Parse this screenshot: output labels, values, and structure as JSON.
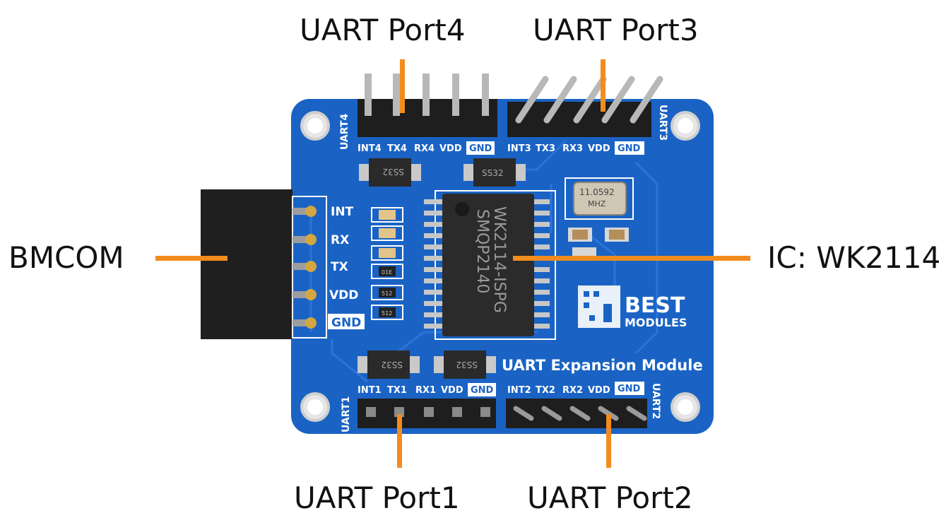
{
  "callouts": {
    "uart4": "UART Port4",
    "uart3": "UART Port3",
    "bmcom": "BMCOM",
    "ic": "IC: WK2114",
    "uart1": "UART Port1",
    "uart2": "UART Port2"
  },
  "board": {
    "title": "UART Expansion Module",
    "brand_line1": "BEST",
    "brand_line2": "MODULES",
    "chip_line1": "WK2114-ISPG",
    "chip_line2": "SMQP2140",
    "crystal_line1": "11.0592",
    "crystal_line2": "MHZ",
    "diode_label": "SS32",
    "bmcom_pins": [
      "INT",
      "RX",
      "TX",
      "VDD",
      "GND"
    ],
    "uart4_side": "UART4",
    "uart3_side": "UART3",
    "uart1_side": "UART1",
    "uart2_side": "UART2",
    "uart4_pins": [
      "INT4",
      "TX4",
      "RX4",
      "VDD",
      "GND"
    ],
    "uart3_pins": [
      "INT3",
      "TX3",
      "RX3",
      "VDD",
      "GND"
    ],
    "uart1_pins": [
      "INT1",
      "TX1",
      "RX1",
      "VDD",
      "GND"
    ],
    "uart2_pins": [
      "INT2",
      "TX2",
      "RX2",
      "VDD",
      "GND"
    ],
    "resistor_codes": [
      "01E",
      "512",
      "512"
    ]
  },
  "colors": {
    "pcb": "#1a63c4",
    "callout_line": "#f28c1e",
    "silk": "#ffffff"
  }
}
